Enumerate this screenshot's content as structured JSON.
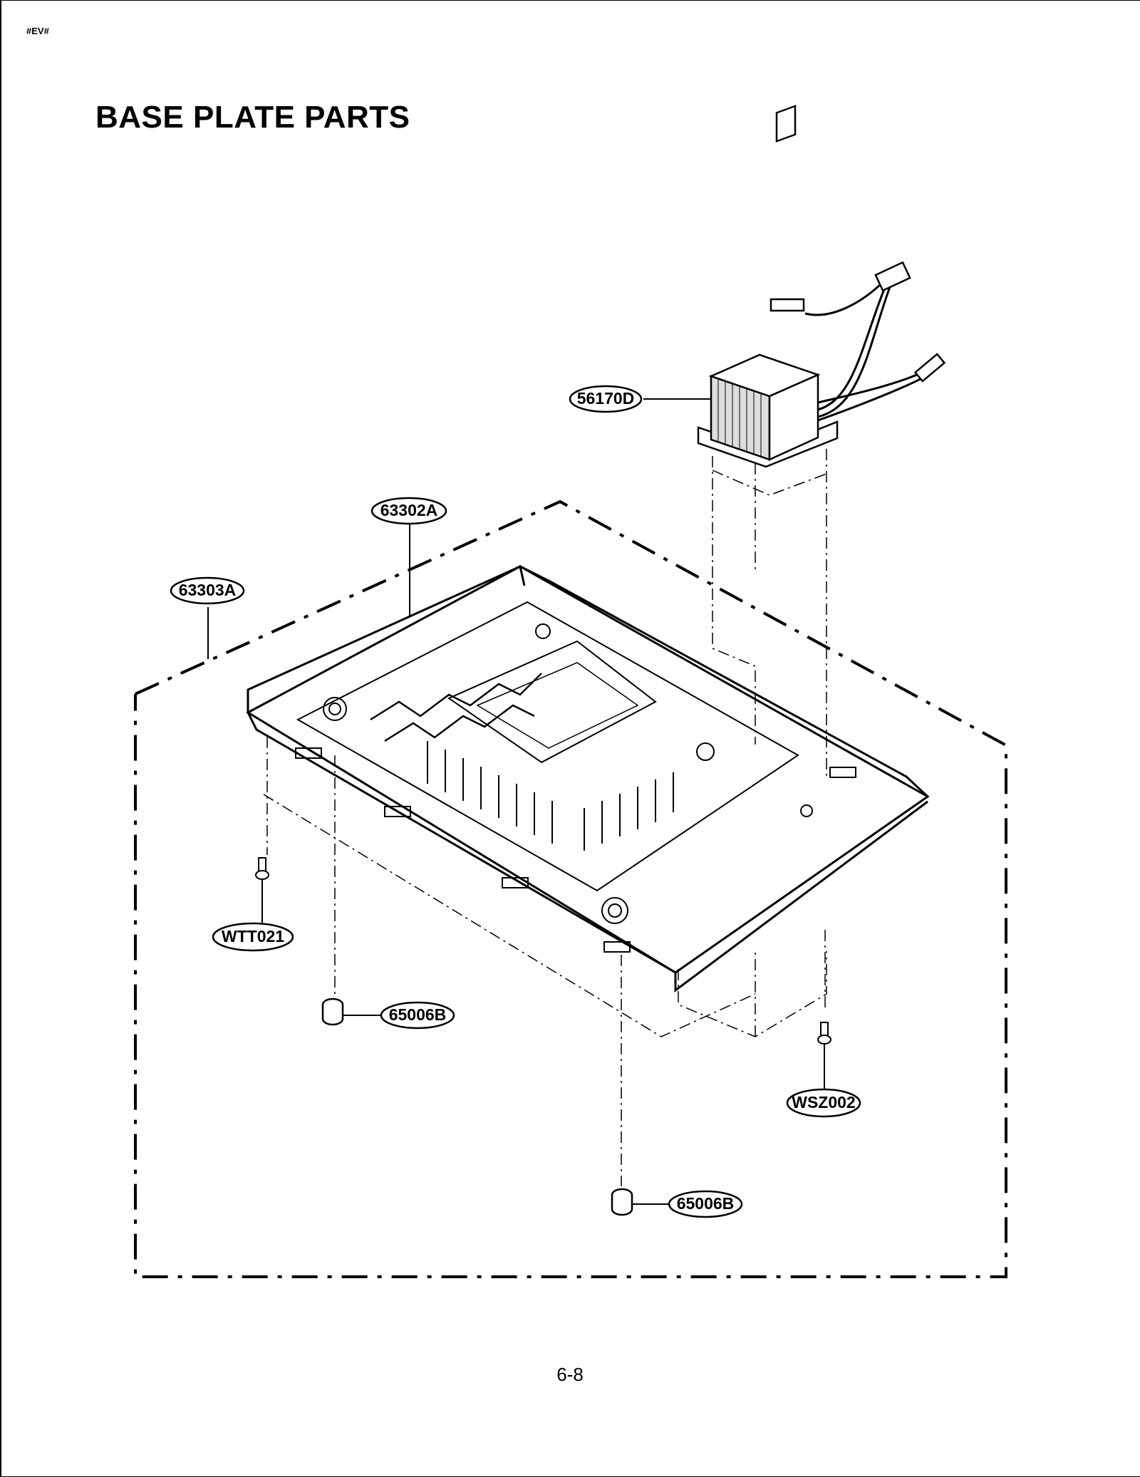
{
  "header": {
    "code": "#EV#",
    "title": "BASE PLATE PARTS"
  },
  "callouts": {
    "transformer": "56170D",
    "base_plate": "63302A",
    "base_assembly": "63303A",
    "screw_left": "WTT021",
    "foot_left": "65006B",
    "screw_right": "WSZ002",
    "foot_bottom": "65006B"
  },
  "footer": {
    "page_number": "6-8"
  }
}
